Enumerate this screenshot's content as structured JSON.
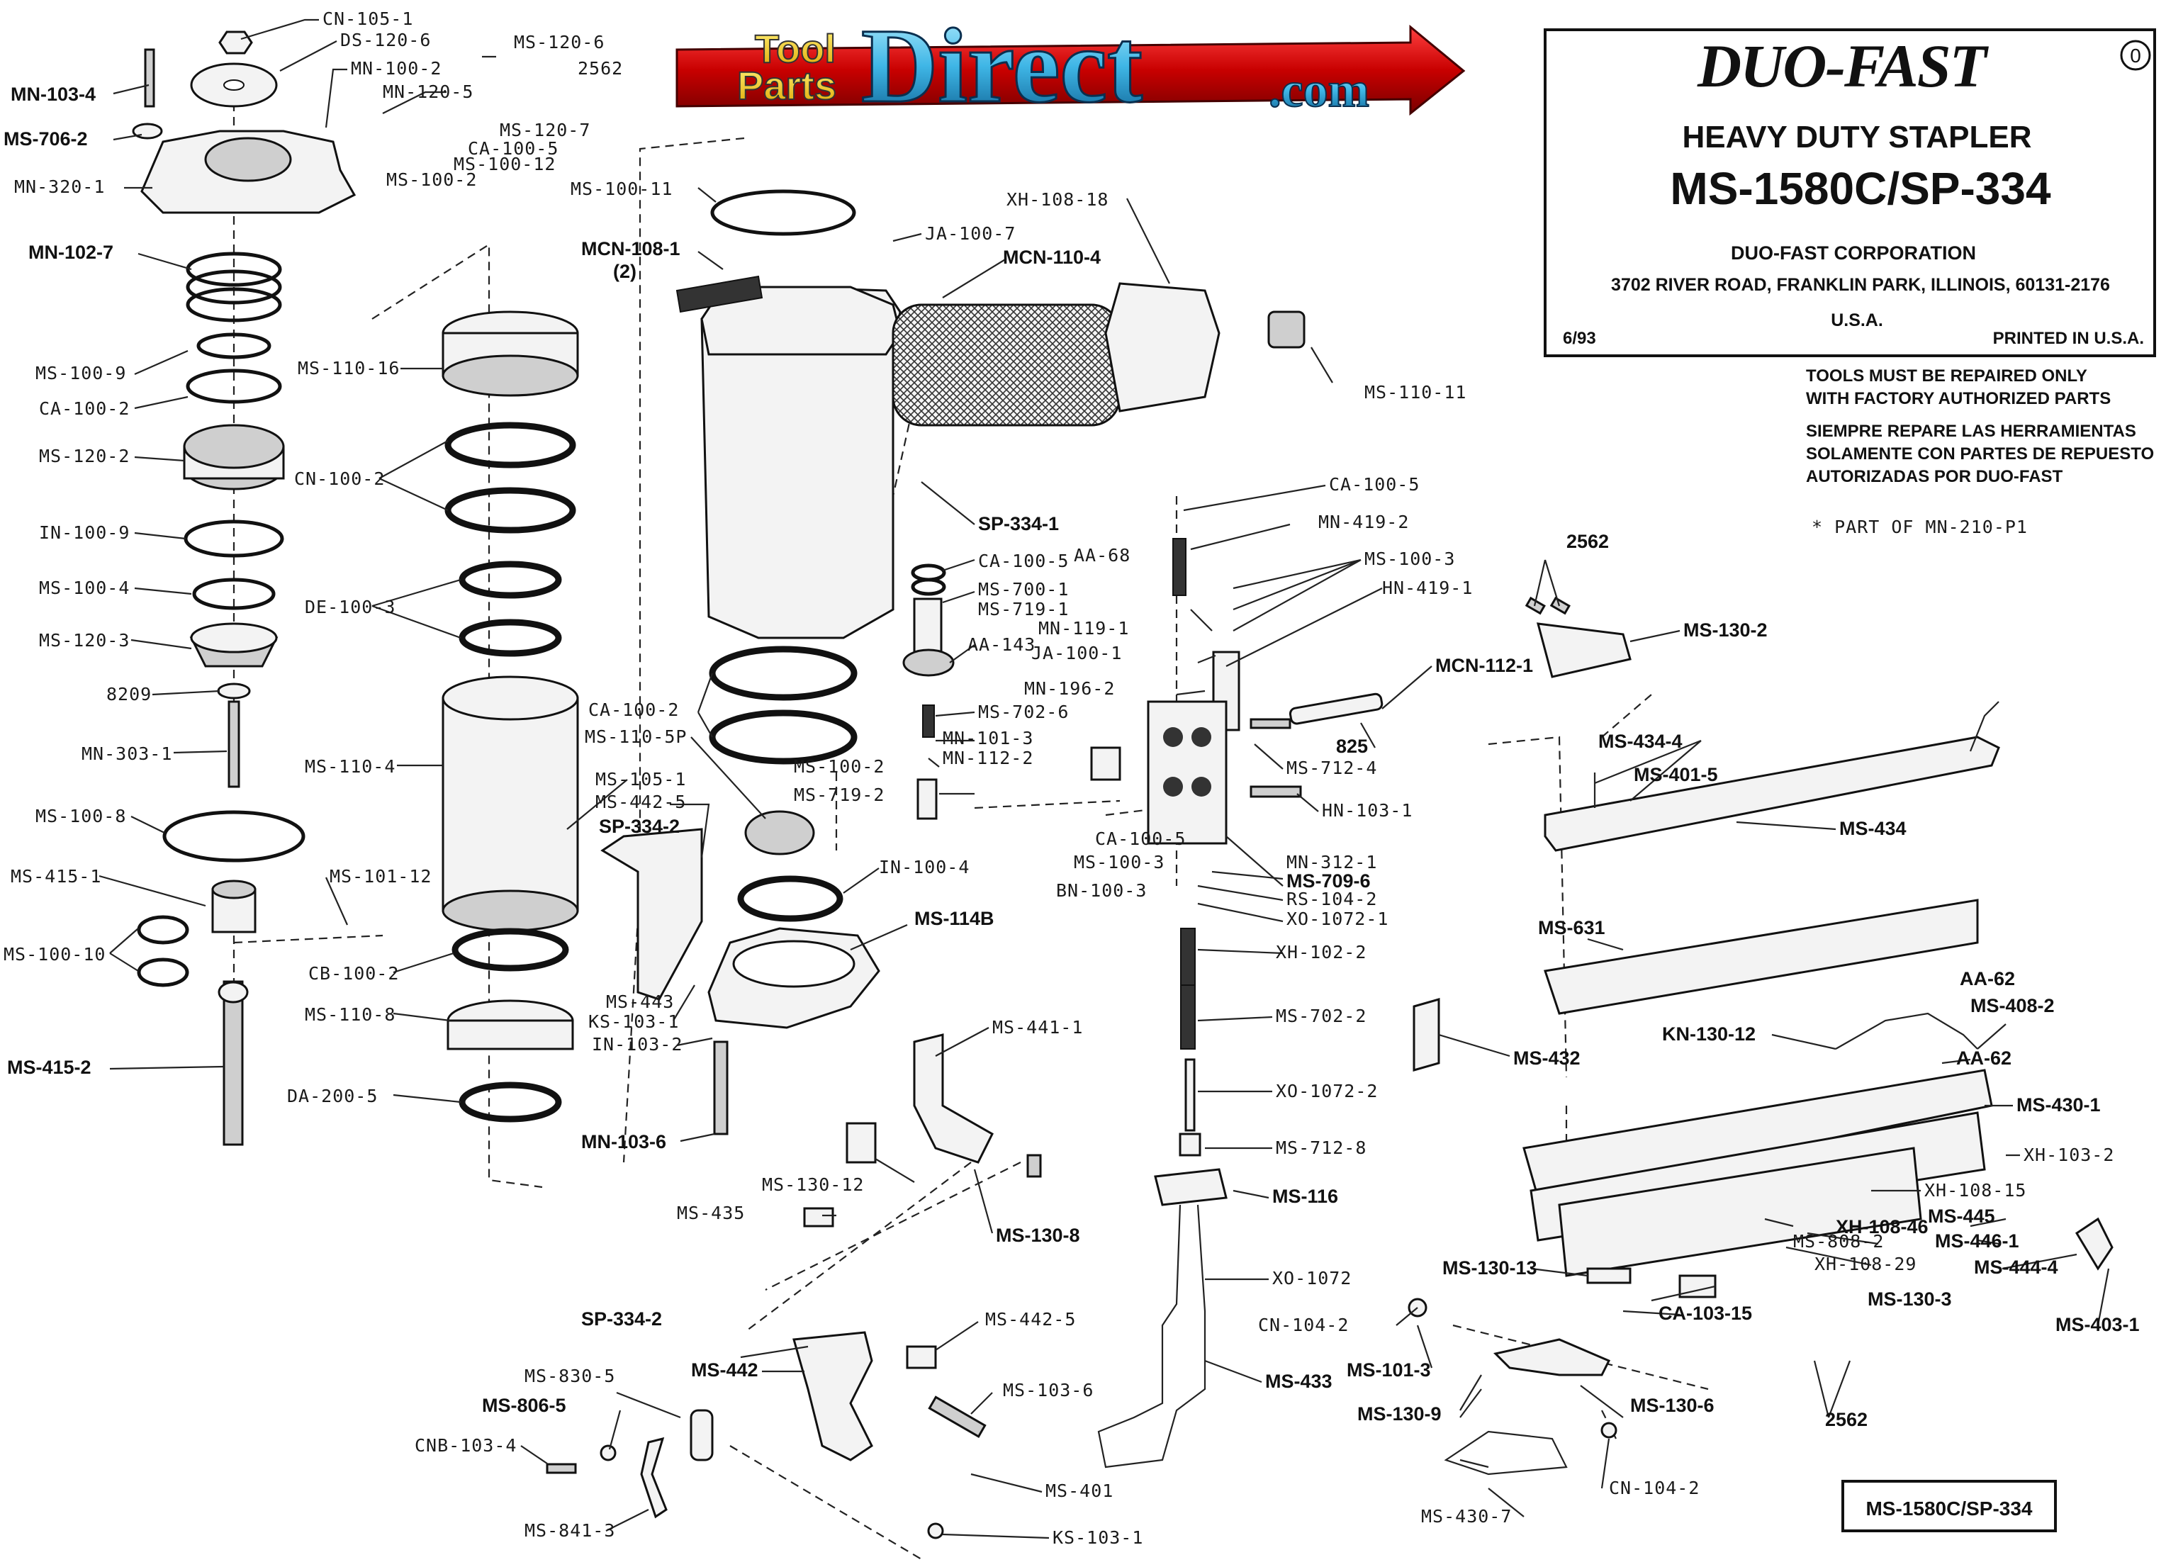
{
  "logo": {
    "tool": "Tool",
    "parts": "Parts",
    "direct": "Direct",
    "com": ".com"
  },
  "infobox": {
    "brand": "DUO-FAST",
    "circle_mark": "0",
    "product": "HEAVY DUTY STAPLER",
    "model": "MS-1580C/SP-334",
    "company": "DUO-FAST CORPORATION",
    "address": "3702 RIVER ROAD, FRANKLIN PARK, ILLINOIS, 60131-2176",
    "country": "U.S.A.",
    "date": "6/93",
    "printed": "PRINTED IN U.S.A."
  },
  "notice": {
    "en_line1": "TOOLS MUST BE REPAIRED ONLY",
    "en_line2": "WITH FACTORY AUTHORIZED PARTS",
    "es_line1": "SIEMPRE REPARE LAS HERRAMIENTAS",
    "es_line2": "SOLAMENTE CON PARTES DE REPUESTO",
    "es_line3": "AUTORIZADAS POR DUO-FAST",
    "footnote": "* PART OF MN-210-P1"
  },
  "footer_model": "MS-1580C/SP-334",
  "labels": {
    "cn105_1": "CN-105-1",
    "ds120_6": "DS-120-6",
    "mn100_2": "MN-100-2",
    "mn120_5": "MN-120-5",
    "ms120_6": "MS-120-6",
    "n2562a": "2562",
    "ms120_7": "MS-120-7",
    "ca100_5a": "CA-100-5",
    "ms100_12": "MS-100-12",
    "ms100_2a": "MS-100-2",
    "mn103_4": "MN-103-4",
    "ms706_2": "MS-706-2",
    "mn320_1": "MN-320-1",
    "mn102_7": "MN-102-7",
    "ms100_9": "MS-100-9",
    "ca100_2a": "CA-100-2",
    "ms120_2": "MS-120-2",
    "in100_9": "IN-100-9",
    "ms100_4": "MS-100-4",
    "ms120_3": "MS-120-3",
    "n8209": "8209",
    "mn303_1": "MN-303-1",
    "ms100_8": "MS-100-8",
    "ms415_1": "MS-415-1",
    "ms100_10": "MS-100-10",
    "ms415_2": "MS-415-2",
    "ms101_12": "MS-101-12",
    "ms110_16": "MS-110-16",
    "cn100_2": "CN-100-2",
    "de100_3": "DE-100-3",
    "ms110_4": "MS-110-4",
    "cb100_2": "CB-100-2",
    "ms110_8": "MS-110-8",
    "da200_5": "DA-200-5",
    "ms100_11": "MS-100-11",
    "mcn108_1": "MCN-108-1",
    "mcn108_1q": "(2)",
    "ca100_2b": "CA-100-2",
    "ms110_5p": "MS-110-5P",
    "ms105_1": "MS-105-1",
    "ms442_5a": "MS-442-5",
    "sp334_2a": "SP-334-2",
    "ms443": "MS-443",
    "ks103_1a": "KS-103-1",
    "in103_2": "IN-103-2",
    "mn103_6": "MN-103-6",
    "ja100_7": "JA-100-7",
    "mcn110_4": "MCN-110-4",
    "xh108_18": "XH-108-18",
    "ms110_11": "MS-110-11",
    "sp334_1": "SP-334-1",
    "ca100_5b": "CA-100-5",
    "ms700_1": "MS-700-1",
    "ms719_1": "MS-719-1",
    "aa143": "AA-143",
    "ms702_6": "MS-702-6",
    "mn101_3": "MN-101-3",
    "mn112_2": "MN-112-2",
    "ms100_2b": "MS-100-2",
    "ms719_2": "MS-719-2",
    "in100_4": "IN-100-4",
    "ms114b": "MS-114B",
    "ms441_1": "MS-441-1",
    "ms130_12": "MS-130-12",
    "ms435": "MS-435",
    "ms130_8": "MS-130-8",
    "sp334_2b": "SP-334-2",
    "ms442": "MS-442",
    "ms442_5b": "MS-442-5",
    "ms103_6": "MS-103-6",
    "ms830_5": "MS-830-5",
    "ms806_5": "MS-806-5",
    "cnb103_4": "CNB-103-4",
    "ms841_3": "MS-841-3",
    "ms401": "MS-401",
    "ks103_1b": "KS-103-1",
    "ca100_5c": "CA-100-5",
    "aa68": "AA-68",
    "mn419_2": "MN-419-2",
    "ms100_3a": "MS-100-3",
    "hn419_1": "HN-419-1",
    "mn119_1": "MN-119-1",
    "ja100_1": "JA-100-1",
    "mn196_2": "MN-196-2",
    "mcn112_1": "MCN-112-1",
    "n825": "825",
    "ms712_4": "MS-712-4",
    "hn103_1": "HN-103-1",
    "ca100_5d": "CA-100-5",
    "ms100_3b": "MS-100-3",
    "bn100_3": "BN-100-3",
    "mn312_1": "MN-312-1",
    "ms709_6": "MS-709-6",
    "rs104_2": "RS-104-2",
    "xo1072_1": "XO-1072-1",
    "xh102_2": "XH-102-2",
    "ms702_2": "MS-702-2",
    "xo1072_2": "XO-1072-2",
    "ms712_8": "MS-712-8",
    "ms116": "MS-116",
    "xo1072": "XO-1072",
    "cn104_2a": "CN-104-2",
    "ms433": "MS-433",
    "n2562b": "2562",
    "ms130_2": "MS-130-2",
    "ms434_4": "MS-434-4",
    "ms401_5": "MS-401-5",
    "ms434": "MS-434",
    "ms631": "MS-631",
    "aa62a": "AA-62",
    "ms408_2": "MS-408-2",
    "kn130_12": "KN-130-12",
    "aa62b": "AA-62",
    "ms432": "MS-432",
    "ms430_1": "MS-430-1",
    "xh103_2": "XH-103-2",
    "xh108_15": "XH-108-15",
    "xh108_46": "XH-108-46",
    "ms808_2": "MS-808-2",
    "ms445": "MS-445",
    "ms446_1": "MS-446-1",
    "xh108_29": "XH-108-29",
    "ms444_4": "MS-444-4",
    "ms130_13": "MS-130-13",
    "ms130_3": "MS-130-3",
    "ca103_15": "CA-103-15",
    "ms403_1": "MS-403-1",
    "ms101_3": "MS-101-3",
    "ms130_9": "MS-130-9",
    "ms130_6": "MS-130-6",
    "n2562c": "2562",
    "cn104_2b": "CN-104-2",
    "ms430_7": "MS-430-7"
  }
}
